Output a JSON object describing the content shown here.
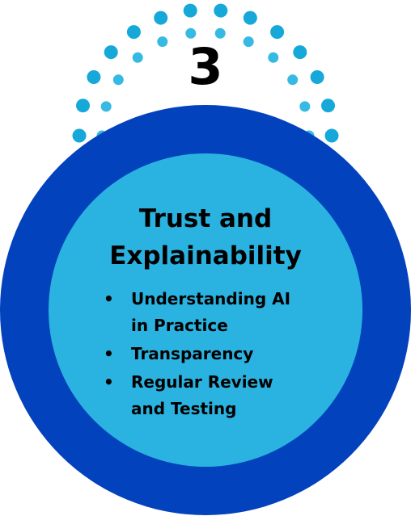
{
  "number": "3",
  "title_lines": [
    "Trust and",
    "Explainability"
  ],
  "items": [
    {
      "bullet": "•",
      "lines": [
        "Understanding AI",
        "in Practice"
      ]
    },
    {
      "bullet": "•",
      "lines": [
        "Transparency"
      ]
    },
    {
      "bullet": "•",
      "lines": [
        "Regular Review",
        "and Testing"
      ]
    }
  ],
  "colors": {
    "outer_ring": "#0342bd",
    "inner_circle": "#2ab3e0",
    "dots_outer": "#16a8d9",
    "dots_inner": "#36b9e2"
  }
}
